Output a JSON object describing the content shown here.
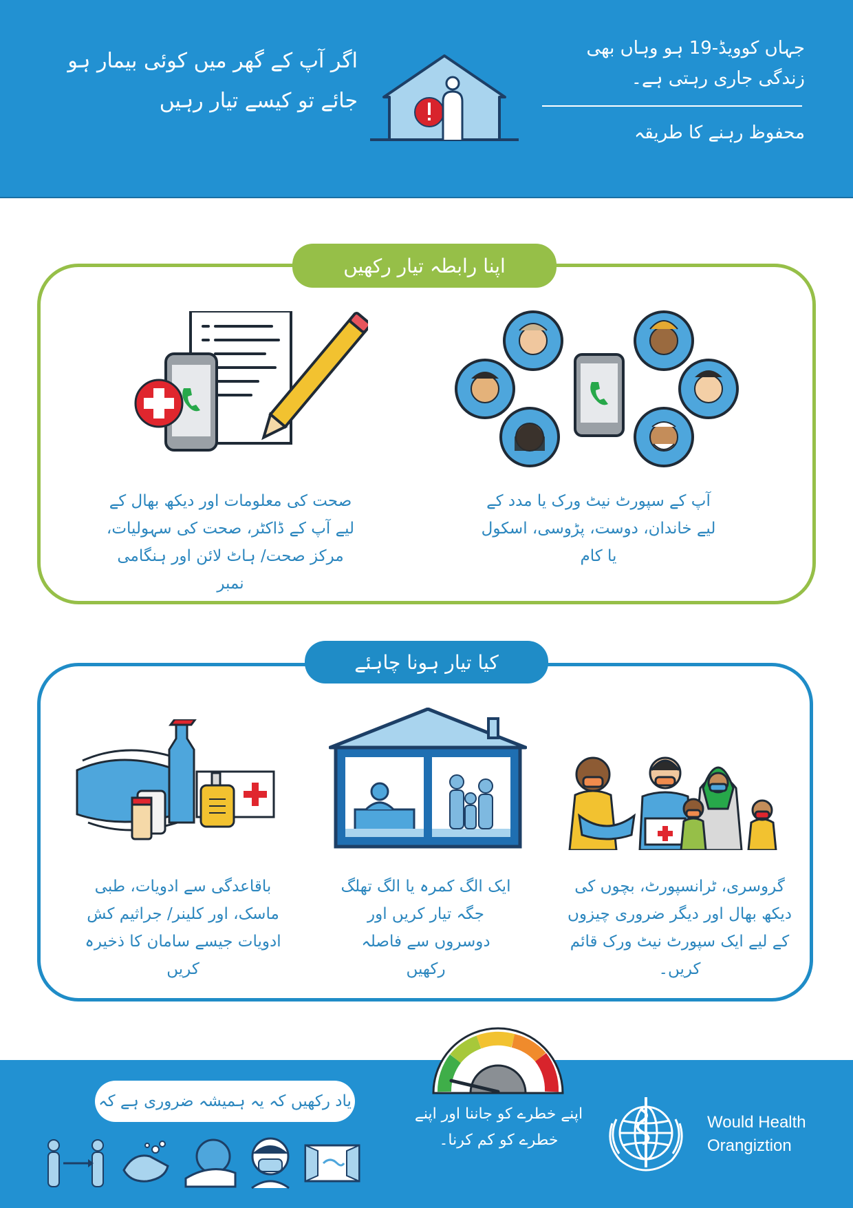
{
  "header": {
    "title": "اگر آپ کے گھر میں کوئی بیمار ہو جائے تو کیسے تیار رہیں",
    "tagline": "جہاں کوویڈ-19 ہو وہاں بھی زندگی جاری رہتی ہے۔",
    "subtitle": "محفوظ رہنے کا طریقہ",
    "house_icon": "house-with-sick-person-icon"
  },
  "section_contacts": {
    "heading": "اپنا رابطہ تیار رکھیں",
    "items": [
      {
        "icon": "support-network-icon",
        "caption": "آپ کے سپورٹ نیٹ ورک  یا مدد کے لیے خاندان، دوست، پڑوسی، اسکول یا کام"
      },
      {
        "icon": "health-contacts-icon",
        "caption": "صحت کی معلومات اور دیکھ بھال کے لیے آپ کے ڈاکٹر، صحت کی سہولیات، مرکز صحت/ ہاٹ لائن اور ہنگامی نمبر"
      }
    ],
    "accent": "#96bf48"
  },
  "section_prepare": {
    "heading": "کیا تیار ہونا چاہئے",
    "items": [
      {
        "icon": "community-network-icon",
        "caption": "گروسری، ٹرانسپورٹ، بچوں کی دیکھ بھال اور دیگر ضروری چیزوں کے لیے ایک سپورٹ نیٹ ورک قائم کریں۔"
      },
      {
        "icon": "separate-room-icon",
        "caption": "ایک الگ کمرہ یا الگ تھلگ جگہ تیار کریں اور دوسروں سے فاصلہ رکھیں"
      },
      {
        "icon": "medical-supplies-icon",
        "caption": "باقاعدگی سے ادویات، طبی ماسک، اور کلینر/ جراثیم کش ادویات جیسے سامان کا ذخیرہ کریں"
      }
    ],
    "accent": "#1f8cc7"
  },
  "footer": {
    "remember": "یاد رکھیں کہ یہ ہمیشہ ضروری ہے کہ",
    "risk_text": "اپنے خطرے کو جاننا اور اپنے خطرے کو کم کرنا۔",
    "org_line1": "Would Health",
    "org_line2": "Orangiztion",
    "icons": [
      "distancing-icon",
      "handwashing-icon",
      "cough-into-elbow-icon",
      "mask-icon",
      "ventilation-icon"
    ],
    "gauge_icon": "risk-gauge-icon",
    "logo_icon": "who-emblem-icon"
  },
  "colors": {
    "header_blue": "#2291d2",
    "green": "#96bf48",
    "blue": "#1f8cc7",
    "text_blue": "#2b86be"
  }
}
